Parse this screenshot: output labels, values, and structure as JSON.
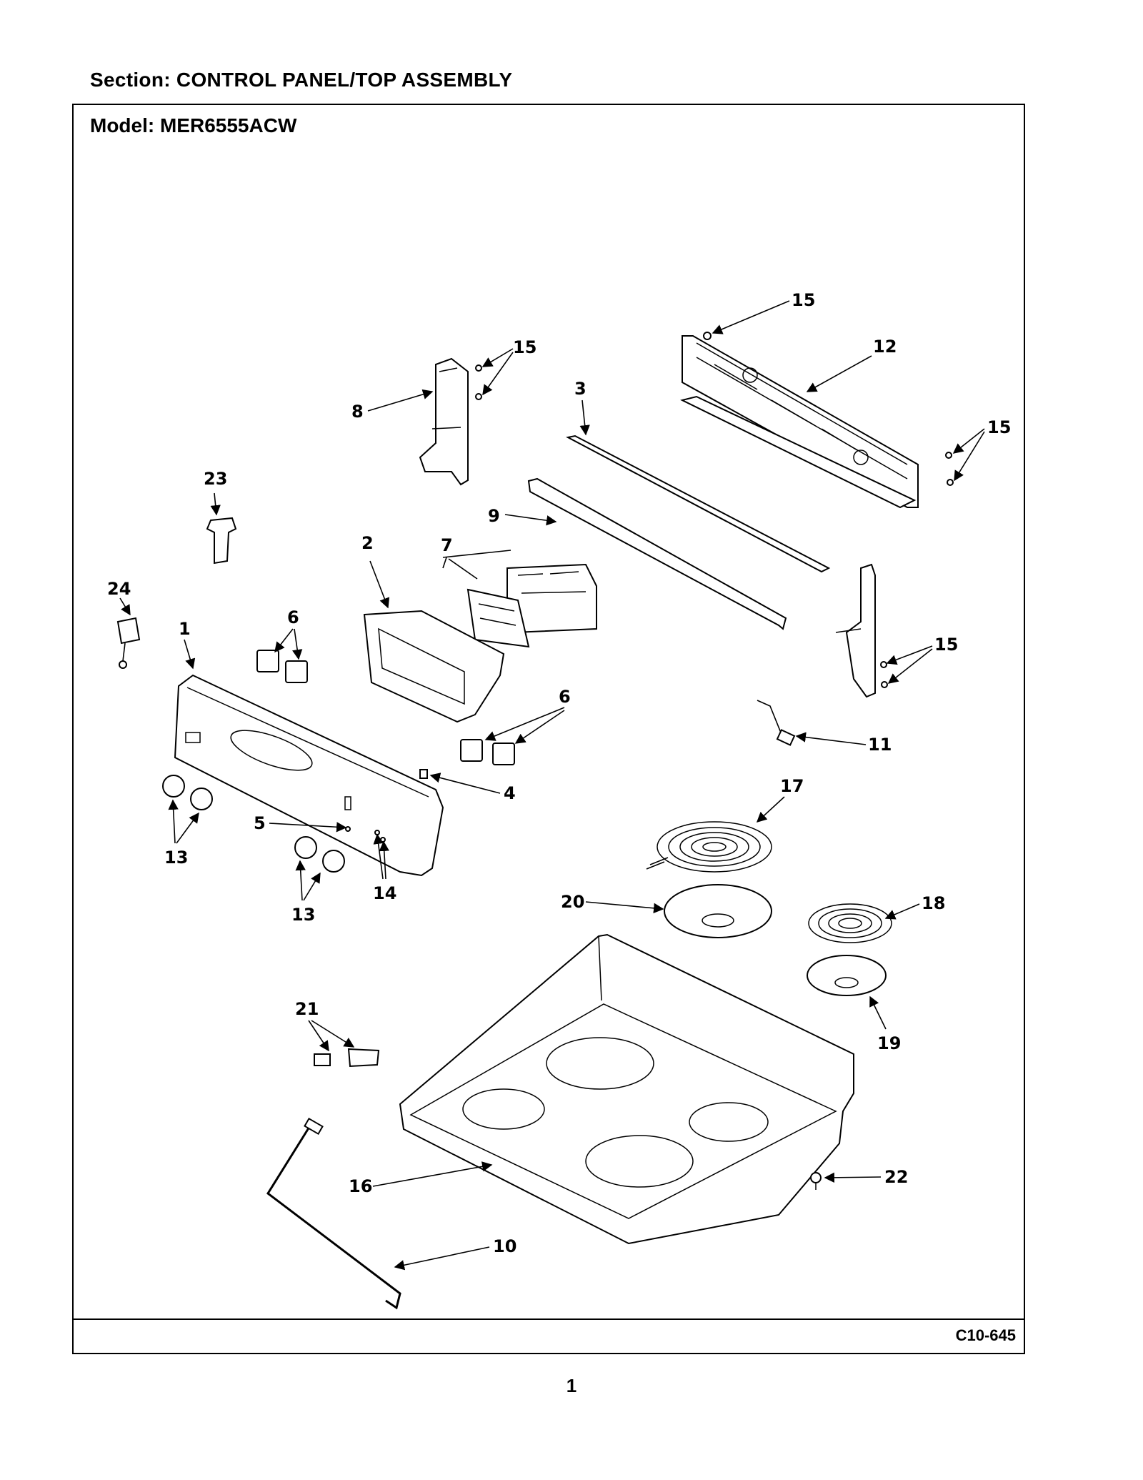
{
  "section_title": "Section:  CONTROL PANEL/TOP ASSEMBLY",
  "model_title": "Model:  MER6555ACW",
  "diagram_code": "C10-645",
  "page_number": "1",
  "callouts": [
    "15",
    "15",
    "12",
    "3",
    "15",
    "8",
    "23",
    "2",
    "7",
    "9",
    "24",
    "1",
    "6",
    "15",
    "6",
    "11",
    "4",
    "17",
    "5",
    "13",
    "14",
    "13",
    "20",
    "18",
    "21",
    "19",
    "16",
    "22",
    "10"
  ]
}
